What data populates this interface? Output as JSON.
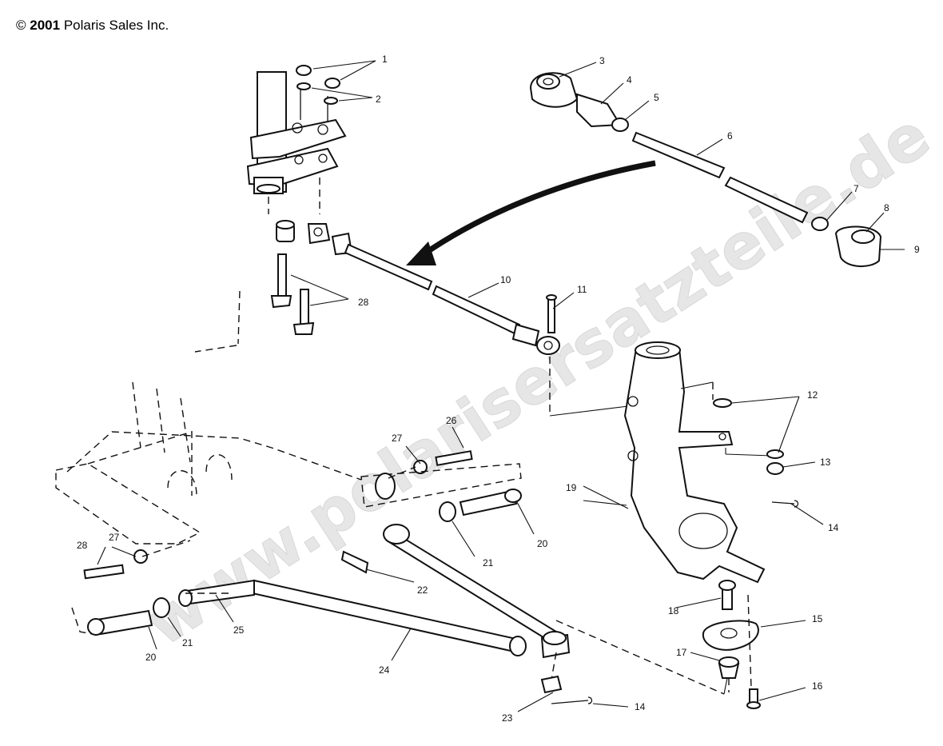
{
  "copyright": {
    "symbol": "©",
    "year": "2001",
    "company": "Polaris Sales Inc."
  },
  "watermark": "www.polarisersatzteile.de",
  "callouts": {
    "c1": "1",
    "c2": "2",
    "c3": "3",
    "c4": "4",
    "c5": "5",
    "c6": "6",
    "c7": "7",
    "c8": "8",
    "c9": "9",
    "c10": "10",
    "c11": "11",
    "c12": "12",
    "c13": "13",
    "c14a": "14",
    "c14b": "14",
    "c15": "15",
    "c16": "16",
    "c17": "17",
    "c18": "18",
    "c19": "19",
    "c20a": "20",
    "c20b": "20",
    "c21a": "21",
    "c21b": "21",
    "c22": "22",
    "c23": "23",
    "c24": "24",
    "c25": "25",
    "c26": "26",
    "c27a": "27",
    "c27b": "27",
    "c28a": "28",
    "c28b": "28"
  }
}
